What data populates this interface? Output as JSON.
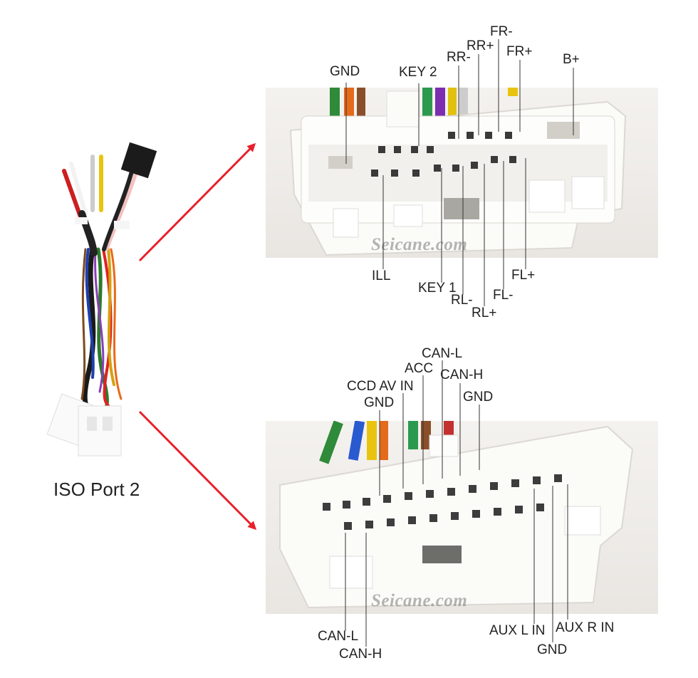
{
  "caption": "ISO Port 2",
  "watermark": "Seicane.com",
  "colors": {
    "arrow": "#e8202a",
    "leader": "#333333",
    "connector": "#fbfbf8"
  },
  "top_connector": {
    "labels": {
      "gnd": "GND",
      "key2": "KEY 2",
      "rr_minus": "RR-",
      "rr_plus": "RR+",
      "fr_minus": "FR-",
      "fr_plus": "FR+",
      "b_plus": "B+",
      "ill": "ILL",
      "key1": "KEY 1",
      "rl_minus": "RL-",
      "rl_plus": "RL+",
      "fl_minus": "FL-",
      "fl_plus": "FL+"
    }
  },
  "bottom_connector": {
    "labels": {
      "ccd_av_in": "CCD AV IN",
      "gnd_left": "GND",
      "acc": "ACC",
      "can_l_top": "CAN-L",
      "can_h_top": "CAN-H",
      "gnd_top": "GND",
      "can_l_bottom": "CAN-L",
      "can_h_bottom": "CAN-H",
      "aux_l_in": "AUX L IN",
      "gnd_bottom": "GND",
      "aux_r_in": "AUX R IN"
    }
  }
}
